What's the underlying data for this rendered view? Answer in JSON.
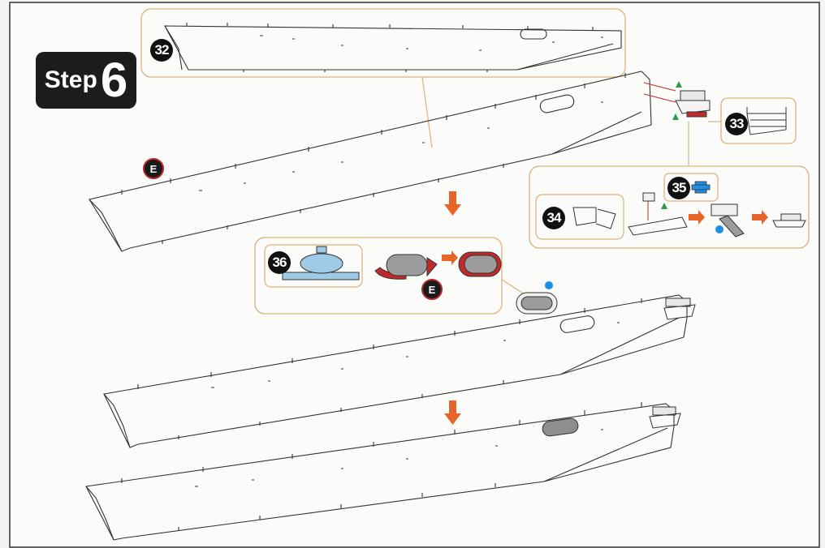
{
  "step": {
    "word": "Step",
    "number": "6"
  },
  "sub_steps": [
    {
      "id": "step-32",
      "label": "32"
    },
    {
      "id": "step-33",
      "label": "33"
    },
    {
      "id": "step-34",
      "label": "34"
    },
    {
      "id": "step-35",
      "label": "35"
    },
    {
      "id": "step-36",
      "label": "36"
    }
  ],
  "part_markers": [
    {
      "id": "part-e-top",
      "label": "E"
    },
    {
      "id": "part-e-inset",
      "label": "E"
    }
  ],
  "colors": {
    "callout_border": "#d9b27a",
    "arrow": "#e8652a",
    "marker_green": "#2f9a4a",
    "marker_blue": "#1f8ee0",
    "part_red": "#c02a2a",
    "part_grey": "#9c9c9c",
    "part_light_blue": "#9fcbe8",
    "hull_line": "#333333",
    "frame": "#333333"
  }
}
